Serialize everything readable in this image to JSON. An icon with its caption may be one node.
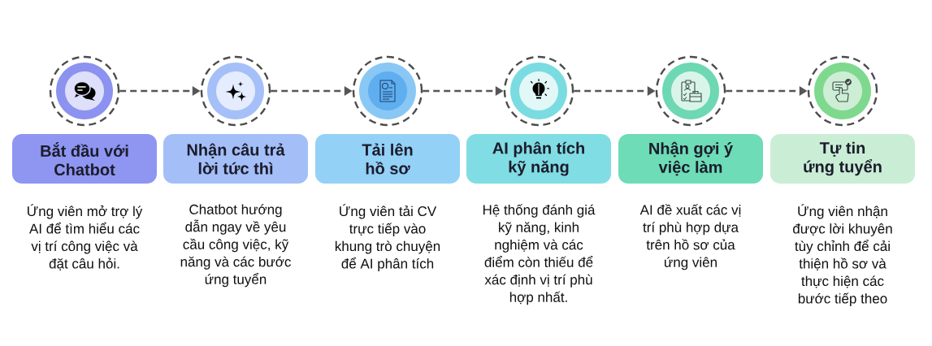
{
  "diagram": {
    "nodes": [
      {
        "text": [],
        "shape": "circle"
      },
      {
        "text": [],
        "shape": "circle"
      },
      {
        "text": [],
        "shape": "circle"
      },
      {
        "text": [],
        "shape": "circle"
      },
      {
        "text": [],
        "shape": "circle"
      },
      {
        "text": [],
        "shape": "circle"
      },
      {
        "text": [
          "Bắt đầu với Chatbot"
        ],
        "beside": [
          "Ứng viên mở trợ lý AI để tìm hiểu các vị trí công việc và đặt câu hỏi."
        ]
      },
      {
        "text": [
          "Nhận câu trả lời tức thì"
        ],
        "beside": [
          "Chatbot hướng dẫn ngay về yêu cầu công việc, kỹ năng và các bước ứng tuyển"
        ]
      },
      {
        "text": [
          "Tải lên hồ sơ"
        ],
        "beside": [
          "Ứng viên tải CV trực tiếp vào khung trò chuyện để AI phân tích"
        ]
      },
      {
        "text": [
          "AI phân tích kỹ năng"
        ],
        "beside": [
          "Hệ thống đánh giá kỹ năng, kinh nghiệm và các điểm còn thiếu để xác định vị trí phù hợp nhất."
        ]
      },
      {
        "text": [
          "Nhận gợi ý việc làm"
        ],
        "beside": [
          "AI đề xuất các vị trí phù hợp dựa trên hồ sơ của ứng viên"
        ]
      },
      {
        "text": [
          "Tự tin ứng tuyển"
        ],
        "beside": [
          "Ứng viên nhận được lời khuyên tùy chỉnh để cải thiện hồ sơ và thực hiện các bước tiếp theo"
        ]
      }
    ],
    "edges": [
      {
        "from": 0,
        "to": 1,
        "arrow": "to",
        "style": "dashed"
      },
      {
        "from": 1,
        "to": 2,
        "arrow": "to",
        "style": "dashed"
      },
      {
        "from": 2,
        "to": 3,
        "arrow": "to",
        "style": "dashed"
      },
      {
        "from": 3,
        "to": 4,
        "arrow": "to",
        "style": "dashed"
      },
      {
        "from": 4,
        "to": 5,
        "arrow": "to",
        "style": "dashed"
      }
    ]
  }
}
